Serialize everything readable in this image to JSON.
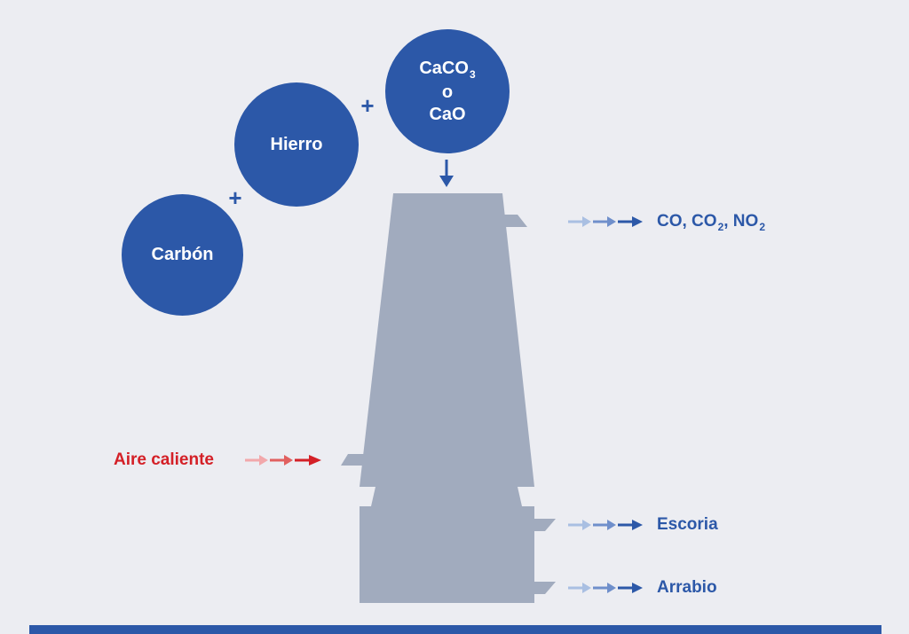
{
  "inputs": {
    "carbon": "Carbón",
    "hierro": "Hierro",
    "limestone_line1_main": "CaCO",
    "limestone_line1_sub": "3",
    "limestone_line2": "o",
    "limestone_line3": "CaO",
    "plus_symbol": "+"
  },
  "outputs": {
    "gases": {
      "co": "CO, CO",
      "co2_sub": "2",
      "no": ", NO",
      "no2_sub": "2"
    },
    "escoria": "Escoria",
    "arrabio": "Arrabio"
  },
  "air_input": "Aire caliente",
  "colors": {
    "background": "#ecedf2",
    "circle_blue": "#2c58a8",
    "furnace_gray": "#a1abbe",
    "air_red": "#d42027",
    "arrow_light_blue": "#a9bfe2",
    "arrow_mid_blue": "#6f8fcb",
    "arrow_light_red": "#f2a8ab",
    "arrow_mid_red": "#e1605f"
  }
}
